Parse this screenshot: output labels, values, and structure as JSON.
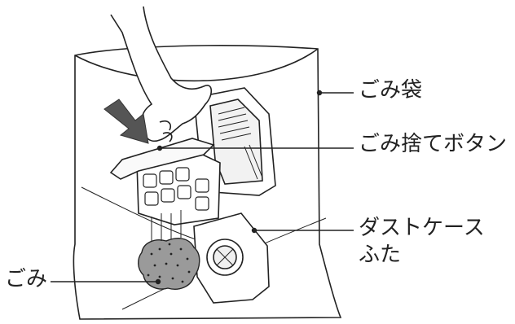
{
  "labels": {
    "bag": "ごみ袋",
    "button": "ごみ捨てボタン",
    "case_line1": "ダストケース",
    "case_line2": "ふた",
    "dust": "ごみ"
  },
  "icons": [
    "arrow-icon",
    "hand-icon",
    "dust-case-icon",
    "bag-icon",
    "dust-clump-icon"
  ],
  "colors": {
    "stroke": "#222222",
    "arrow": "#555555",
    "dust": "#9a9a9a"
  }
}
